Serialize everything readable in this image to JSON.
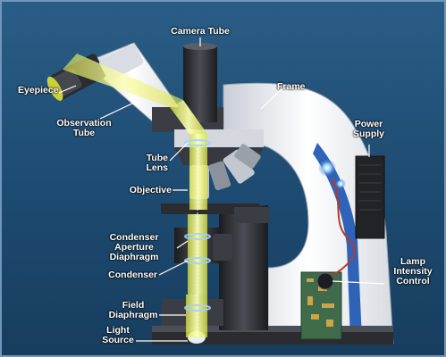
{
  "labels": {
    "camera_tube": "Camera Tube",
    "eyepiece": "Eyepiece",
    "frame": "Frame",
    "observation_tube": "Observation Tube",
    "power_supply": "Power Supply",
    "tube_lens": "Tube Lens",
    "objective": "Objective",
    "condenser_aperture_diaphragm": "Condenser Aperture Diaphragm",
    "condenser": "Condenser",
    "lamp_intensity_control": "Lamp Intensity Control",
    "field_diaphragm": "Field Diaphragm",
    "light_source": "Light Source"
  },
  "colors": {
    "background": "#1d4a70",
    "frame": "#eef0f3",
    "frame_trim": "#2f63b8",
    "light_beam": "#e8ef6a",
    "metal_dark": "#2a2c30",
    "leader_line": "#ffffff"
  }
}
